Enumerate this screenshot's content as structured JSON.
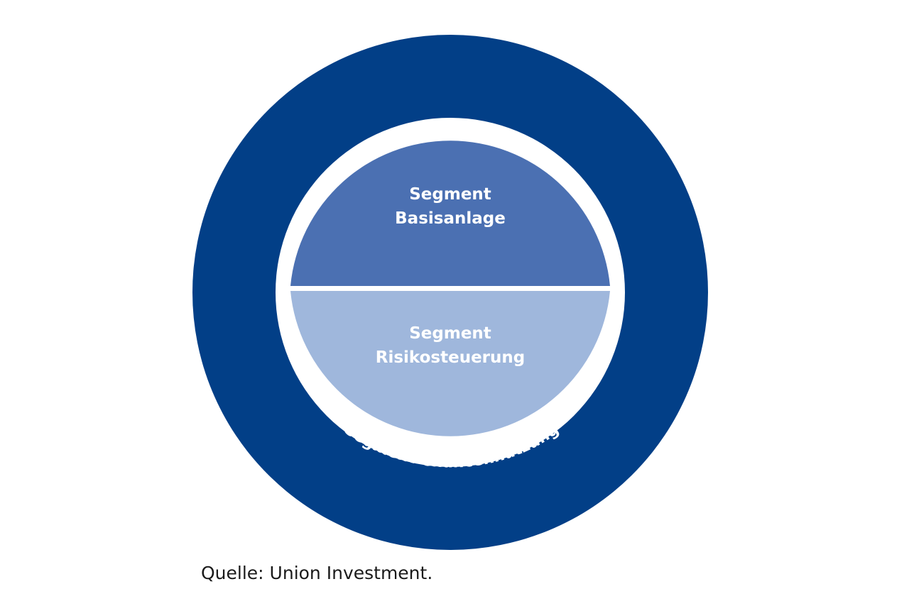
{
  "diagram": {
    "outer_ring": {
      "label": "Segment Chancennutzung",
      "color": "#023f87"
    },
    "upper_half": {
      "line1": "Segment",
      "line2": "Basisanlage",
      "color": "#4b70b2"
    },
    "lower_half": {
      "line1": "Segment",
      "line2": "Risikosteuerung",
      "color": "#9fb7dc"
    },
    "divider_color": "#ffffff"
  },
  "source": "Quelle: Union Investment."
}
